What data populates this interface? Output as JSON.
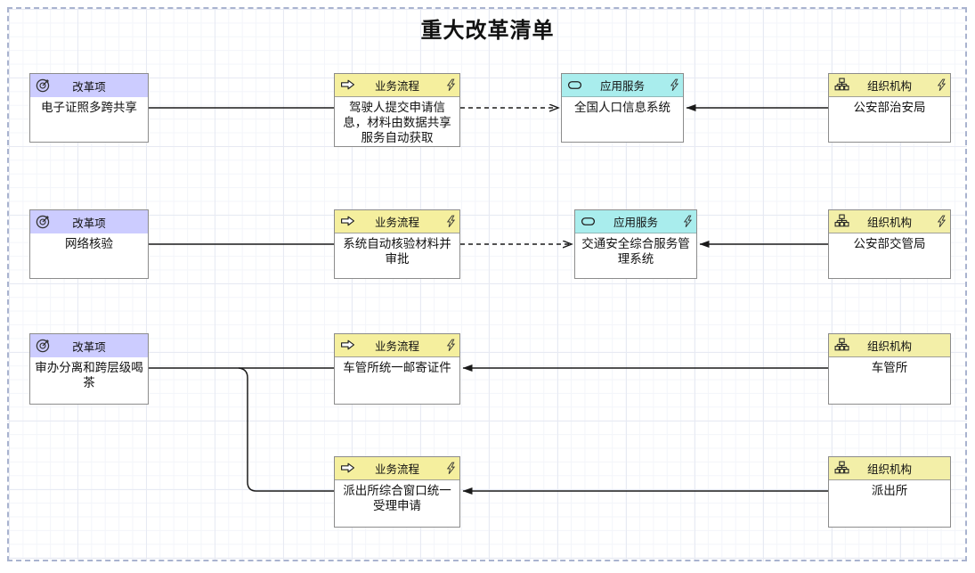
{
  "title": "重大改革清单",
  "nodes": {
    "a1": {
      "type": "改革项",
      "name": "电子证照多跨共享"
    },
    "b1": {
      "type": "业务流程",
      "name": "驾驶人提交申请信息，材料由数据共享服务自动获取"
    },
    "c1": {
      "type": "应用服务",
      "name": "全国人口信息系统"
    },
    "d1": {
      "type": "组织机构",
      "name": "公安部治安局"
    },
    "a2": {
      "type": "改革项",
      "name": "网络核验"
    },
    "b2": {
      "type": "业务流程",
      "name": "系统自动核验材料并审批"
    },
    "c2": {
      "type": "应用服务",
      "name": "交通安全综合服务管理系统"
    },
    "d2": {
      "type": "组织机构",
      "name": "公安部交管局"
    },
    "a3": {
      "type": "改革项",
      "name": "审办分离和跨层级喝茶"
    },
    "b3": {
      "type": "业务流程",
      "name": "车管所统一邮寄证件"
    },
    "d3": {
      "type": "组织机构",
      "name": "车管所"
    },
    "b4": {
      "type": "业务流程",
      "name": "派出所综合窗口统一受理申请"
    },
    "d4": {
      "type": "组织机构",
      "name": "派出所"
    }
  },
  "icons": {
    "改革项": "target-icon",
    "业务流程": "arrow-right-icon",
    "应用服务": "rounded-rect-icon",
    "组织机构": "org-chart-icon",
    "header_modifier": "lightning-icon"
  },
  "colors": {
    "motivation_header": "#ccccff",
    "process_header": "#f5ef9e",
    "application_header": "#a9eded",
    "organization_header": "#f3efa8",
    "connector": "#1a1a1a",
    "canvas_border": "#a9b3cf"
  }
}
